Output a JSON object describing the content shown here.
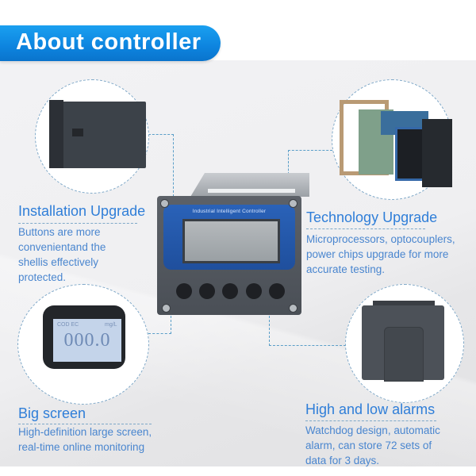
{
  "header": {
    "title": "About controller",
    "accent_color": "#0d84df"
  },
  "features": [
    {
      "id": "installation",
      "title": "Installation Upgrade",
      "description_lines": [
        "Buttons are more",
        "convenientand the",
        "shellis effectively",
        "protected."
      ]
    },
    {
      "id": "technology",
      "title": "Technology Upgrade",
      "description_lines": [
        "Microprocessors, optocouplers,",
        "power chips upgrade for more",
        "accurate testing."
      ]
    },
    {
      "id": "big-screen",
      "title": "Big screen",
      "description_lines": [
        "High-definition large screen,",
        "real-time online monitoring"
      ]
    },
    {
      "id": "alarms",
      "title": "High and low alarms",
      "description_lines": [
        "Watchdog design, automatic",
        "alarm, can store 72 sets of",
        "data for 3 days."
      ]
    }
  ],
  "product": {
    "front_label": "Industrial Intelligent Controller",
    "button_count": 5
  },
  "screen_display": {
    "parameter": "COD EC",
    "unit": "mg/L",
    "value": "000.0"
  },
  "colors": {
    "title_text": "#2f7ed8",
    "description_text": "#4a86cf",
    "connector_line": "#5a9ec8"
  }
}
